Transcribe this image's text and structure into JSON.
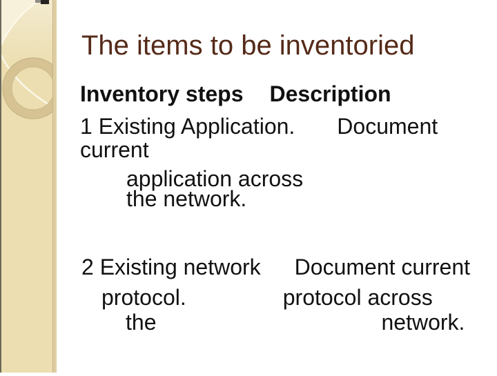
{
  "slide": {
    "title": "The items to be inventoried",
    "body_rows": [
      {
        "c1": "Inventory steps",
        "c2": "Description"
      },
      {
        "c1": "1 Existing Application.",
        "c2": "Document"
      },
      {
        "c1": "current"
      },
      {
        "c1": "application across"
      },
      {
        "c1": "the network."
      },
      {
        "c1": "2 Existing network",
        "c2": "Document current"
      },
      {
        "c1": "protocol.",
        "c2": "protocol across"
      },
      {
        "c1": "the",
        "c2": "network."
      }
    ],
    "colors": {
      "title": "#552a18",
      "body_text": "#111111",
      "sidebar_base": "#ecdeb0",
      "sidebar_light_corner": "#f7f0da",
      "sidebar_ring": "#d6c292",
      "sidebar_border_band": "#dfcda2",
      "sidebar_left_edge": "#6b695a",
      "ornament_square_black": "#262220",
      "ornament_square_gray": "#8e8c84"
    }
  }
}
